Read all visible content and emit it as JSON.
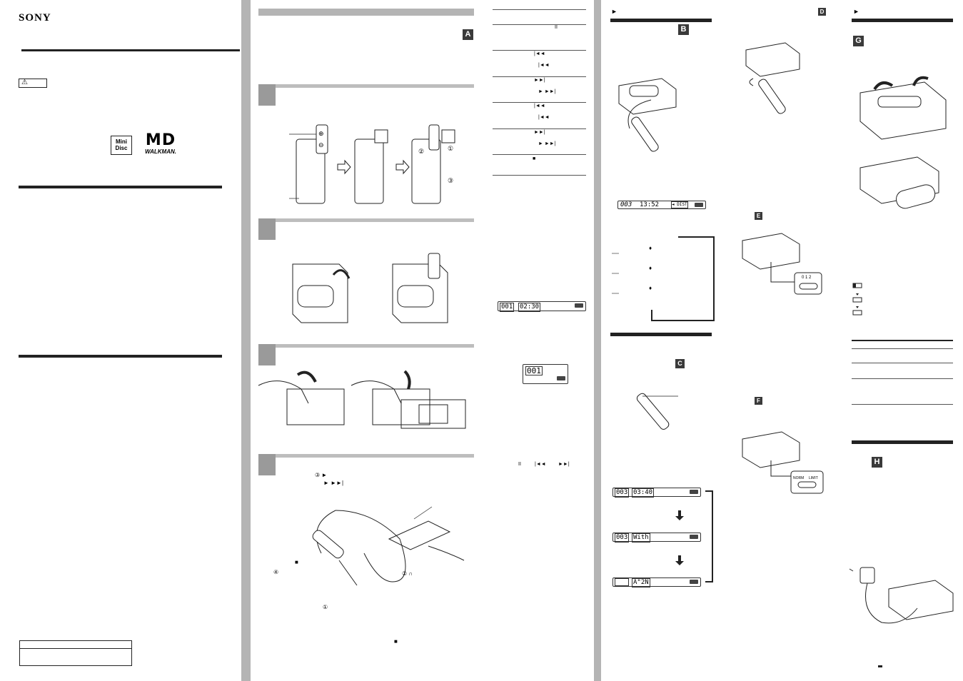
{
  "brand": {
    "logo": "SONY"
  },
  "warning": {
    "symbol": "⚠"
  },
  "logos": {
    "minidisc": "Mini Disc",
    "md": "MD",
    "walkman": "WALKMAN."
  },
  "section_labels": {
    "a": "A",
    "b": "B",
    "c": "C",
    "d": "D",
    "e": "E",
    "f": "F",
    "g": "G",
    "h": "H"
  },
  "step_markers": {
    "play": "③ ►",
    "play_next": "► ►►|",
    "stop": "■",
    "circle_1": "①",
    "circle_2": "②",
    "circle_3": "③",
    "circle_4": "④",
    "headphones": "② ∩"
  },
  "controls_table": {
    "symbols": [
      "II",
      "|◄◄",
      "|◄◄",
      "►►|",
      "► ►►|",
      "|◄◄",
      "|◄◄",
      "►►|",
      "► ►►|",
      "■"
    ]
  },
  "bottom_controls": {
    "pause": "II",
    "prev": "|◄◄",
    "next": "►►|"
  },
  "displays": {
    "a_main": {
      "track": "001",
      "time": "02:30"
    },
    "a_small": {
      "track": "001"
    },
    "b_main": {
      "track": "003",
      "time": "13:52",
      "tag": "◄ DIST"
    },
    "c_1": {
      "track": "003",
      "value": "03:40"
    },
    "c_2": {
      "track": "003",
      "value": "With"
    },
    "c_3": {
      "track": "",
      "value": "A\"2N"
    }
  },
  "switches": {
    "e": {
      "labels": "0 1 2"
    },
    "f": {
      "norm": "NORM",
      "limit": "LIMIT"
    }
  },
  "colors": {
    "bar": "#b4b4b4",
    "rule": "#222222",
    "label_bg": "#3a3a3a"
  }
}
